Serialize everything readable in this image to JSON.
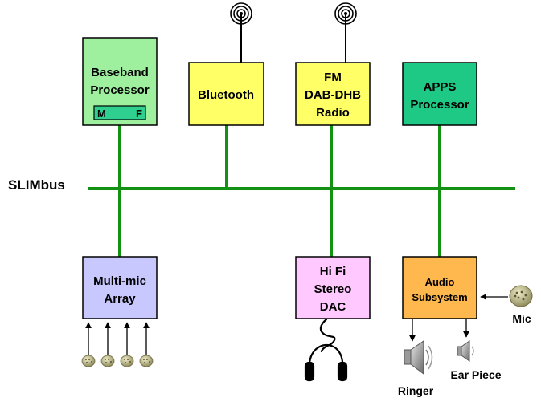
{
  "diagram": {
    "bus_label": "SLIMbus",
    "blocks": {
      "baseband": {
        "lines": [
          "Baseband",
          "Processor"
        ],
        "sub_left": "M",
        "sub_right": "F",
        "fill": "#9ef09e"
      },
      "bluetooth": {
        "lines": [
          "Bluetooth"
        ],
        "fill": "#ffff66"
      },
      "fm_radio": {
        "lines": [
          "FM",
          "DAB-DHB",
          "Radio"
        ],
        "fill": "#ffff66"
      },
      "apps_processor": {
        "lines": [
          "APPS",
          "Processor"
        ],
        "fill": "#1ec985"
      },
      "multimic": {
        "lines": [
          "Multi-mic",
          "Array"
        ],
        "fill": "#c8c8ff"
      },
      "hifi_dac": {
        "lines": [
          "Hi Fi",
          "Stereo",
          "DAC"
        ],
        "fill": "#ffc8ff"
      },
      "audio_subsystem": {
        "lines": [
          "Audio",
          "Subsystem"
        ],
        "fill": "#ffb84d"
      }
    },
    "peripherals": {
      "mic": "Mic",
      "ringer": "Ringer",
      "ear_piece": "Ear Piece"
    },
    "colors": {
      "bus": "#129112",
      "border": "#000000",
      "sub_box": "#2fcf8f"
    }
  }
}
